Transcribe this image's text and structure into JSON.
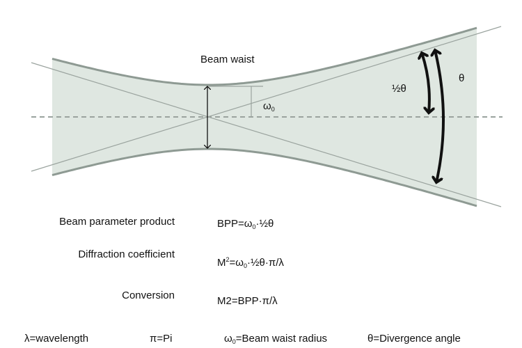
{
  "diagram": {
    "title_label": "Beam waist",
    "waist_radius_symbol": "ω",
    "waist_radius_sub": "0",
    "half_angle_label": "½θ",
    "full_angle_label": "θ",
    "colors": {
      "beam_fill": "#dfe7e1",
      "beam_edge": "#8e9a93",
      "line": "#9aa39e",
      "arrow": "#111111"
    }
  },
  "formulas": [
    {
      "name": "Beam parameter product",
      "pre": "BPP=ω",
      "sub": "0",
      "post": "·½θ"
    },
    {
      "name": "Diffraction coefficient",
      "pre": "M",
      "sup": "2",
      "mid": "=ω",
      "sub": "0",
      "post": "·½θ·π/λ"
    },
    {
      "name": "Conversion",
      "expr": "M2=BPP·π/λ"
    }
  ],
  "legend": {
    "lambda": "λ=wavelength",
    "pi": "π=Pi",
    "omega_pre": "ω",
    "omega_sub": "0",
    "omega_post": "=Beam waist radius",
    "theta": "θ=Divergence angle"
  }
}
